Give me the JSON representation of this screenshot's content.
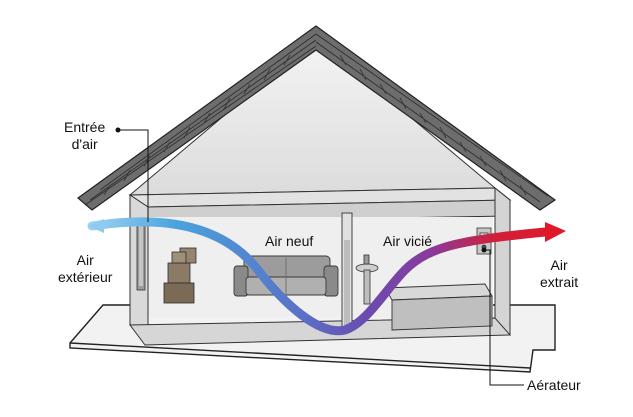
{
  "labels": {
    "air_intake": "Entrée d'air",
    "air_intake_line1": "Entrée",
    "air_intake_line2": "d'air",
    "outdoor_air": "Air extérieur",
    "outdoor_air_line1": "Air",
    "outdoor_air_line2": "extérieur",
    "fresh_air": "Air neuf",
    "stale_air": "Air vicié",
    "extracted_air": "Air extrait",
    "extracted_air_line1": "Air",
    "extracted_air_line2": "extrait",
    "ventilator": "Aérateur"
  },
  "colors": {
    "intake_air": "#4aa3dd",
    "mid_air": "#6a4cb0",
    "exhaust_air": "#e0182a",
    "roof": "#5a5a5a",
    "wall": "#e9e9e9",
    "floor": "#d8d8d8"
  },
  "icons": [
    "sofa-icon",
    "boxes-icon",
    "washbasin-icon",
    "bathtub-icon",
    "ventilator-icon",
    "window-vent-icon"
  ]
}
